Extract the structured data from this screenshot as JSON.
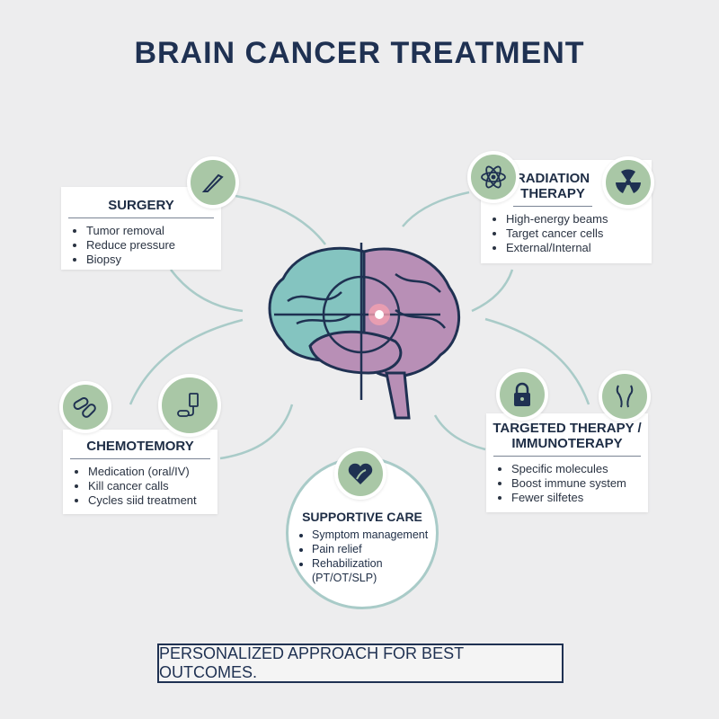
{
  "title": "BRAIN CANCER TREATMENT",
  "cards": {
    "surgery": {
      "title": "SURGERY",
      "items": [
        "Tumor removal",
        "Reduce pressure",
        "Biopsy"
      ]
    },
    "radiation": {
      "title_line1": "RADIATION",
      "title_line2": "THERAPY",
      "items": [
        "High-energy beams",
        "Target cancer cells",
        "External/Internal"
      ]
    },
    "chemo": {
      "title": "CHEMOTEMORY",
      "items": [
        "Medication (oral/IV)",
        "Kill cancer calls",
        "Cycles siid treatment"
      ]
    },
    "targeted": {
      "title_line1": "TARGETED THERAPY /",
      "title_line2": "IMMUNOTERAPY",
      "items": [
        "Specific molecules",
        "Boost immune system",
        "Fewer silfetes"
      ]
    },
    "supportive": {
      "title": "SUPPORTIVE CARE",
      "items": [
        "Symptom management",
        "Pain relief",
        "Rehabilization (PT/OT/SLP)"
      ]
    }
  },
  "footer": "PERSONALIZED APPROACH FOR BEST OUTCOMES.",
  "colors": {
    "navy": "#1f3152",
    "icon_bg": "#a9c7a6",
    "arrow": "#a9cbc8",
    "brain_left": "#84c4c0",
    "brain_right": "#b88fb6"
  }
}
